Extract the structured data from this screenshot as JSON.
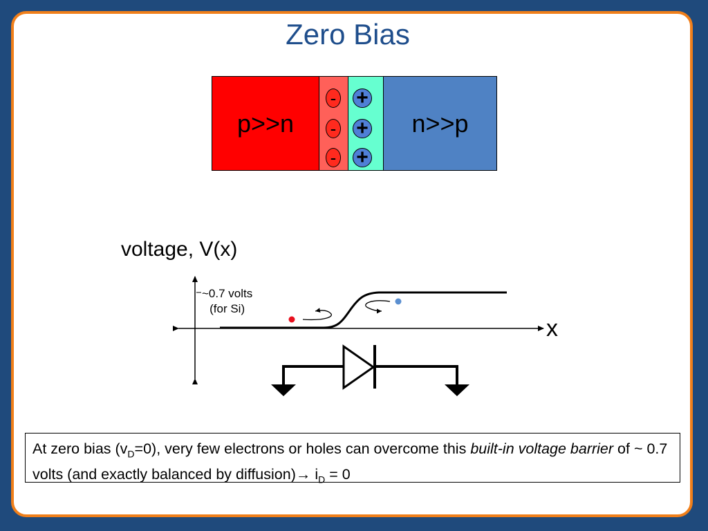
{
  "slide": {
    "title": "Zero Bias"
  },
  "junction": {
    "p_label": "p>>n",
    "n_label": "n>>p",
    "negative_charge_symbol": "-",
    "positive_charge_symbol": "+"
  },
  "graph": {
    "y_axis_label": "voltage, V(x)",
    "x_axis_label": "x",
    "annotation_line1": "~0.7 volts",
    "annotation_line2": "(for Si)"
  },
  "caption": {
    "part1": "At zero bias (v",
    "sub1": "D",
    "part2": "=0), very few electrons or holes can overcome this ",
    "emphasis": "built-in voltage barrier",
    "part3": " of ~ 0.7 volts (and exactly balanced by diffusion)",
    "arrow": "→",
    "part4": " i",
    "sub2": "D",
    "part5": " = 0"
  },
  "colors": {
    "background": "#1f4a7c",
    "frame_border": "#f07f1a",
    "title": "#1f4e8c",
    "p_region": "#ff0000",
    "depletion_p": "#ff6059",
    "depletion_n": "#66ffd0",
    "n_region": "#4f82c4",
    "hole": "#e8101e",
    "electron": "#5b8fd0"
  }
}
